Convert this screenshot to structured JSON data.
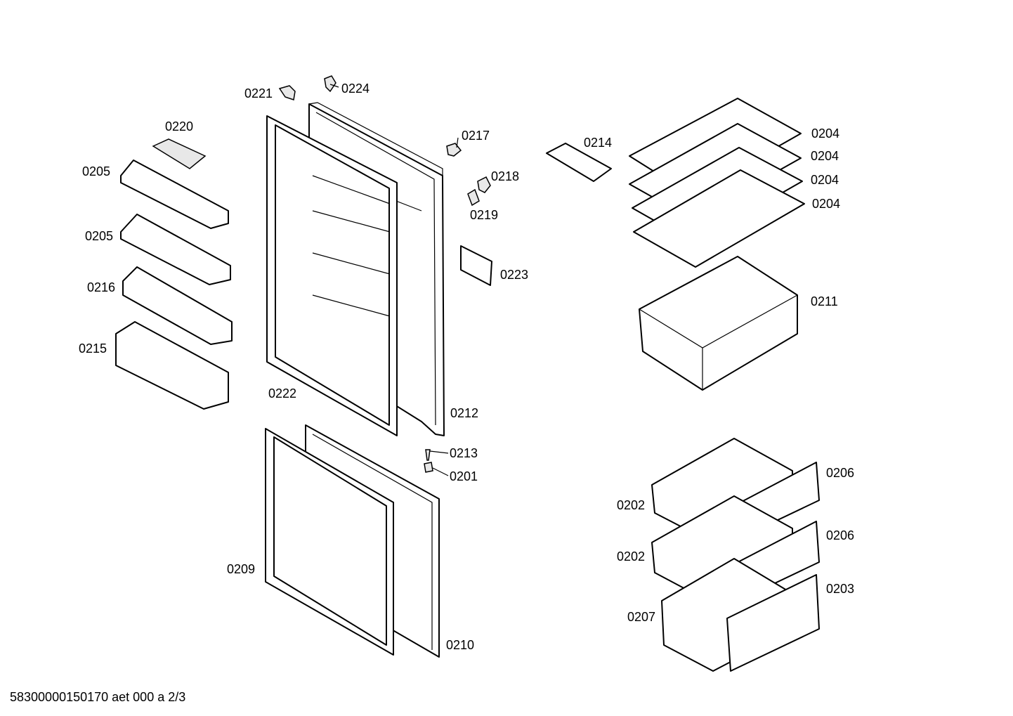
{
  "labels": {
    "p0221": "0221",
    "p0224": "0224",
    "p0220": "0220",
    "p0205a": "0205",
    "p0205b": "0205",
    "p0216": "0216",
    "p0215": "0215",
    "p0222": "0222",
    "p0212": "0212",
    "p0217": "0217",
    "p0218": "0218",
    "p0219": "0219",
    "p0223": "0223",
    "p0214": "0214",
    "p0204a": "0204",
    "p0204b": "0204",
    "p0204c": "0204",
    "p0204d": "0204",
    "p0211": "0211",
    "p0213": "0213",
    "p0201": "0201",
    "p0209": "0209",
    "p0210": "0210",
    "p0206a": "0206",
    "p0206b": "0206",
    "p0203": "0203",
    "p0202a": "0202",
    "p0202b": "0202",
    "p0207": "0207"
  },
  "footer": "58300000150170 aet 000 a 2/3"
}
